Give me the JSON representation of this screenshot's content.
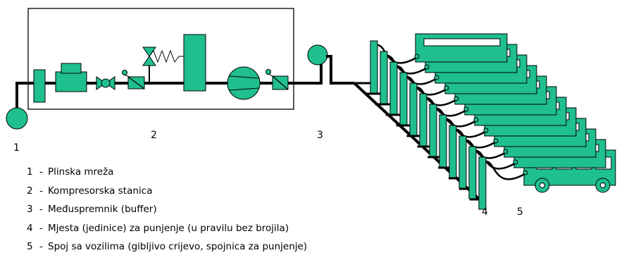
{
  "colors": {
    "equipment": "#1fbf8f",
    "pipe": "#000000",
    "frame": "#000000",
    "background": "#ffffff"
  },
  "labels": {
    "n1": "1",
    "n2": "2",
    "n3": "3",
    "n4": "4",
    "n5": "5"
  },
  "legend": [
    {
      "num": "1",
      "text": "Plinska mreža"
    },
    {
      "num": "2",
      "text": "Kompresorska stanica"
    },
    {
      "num": "3",
      "text": "Međuspremnik (buffer)"
    },
    {
      "num": "4",
      "text": "Mjesta (jedinice) za punjenje (u pravilu bez brojila)"
    },
    {
      "num": "5",
      "text": "Spoj sa vozilima (gibljivo crijevo, spojnica za punjenje)"
    }
  ]
}
